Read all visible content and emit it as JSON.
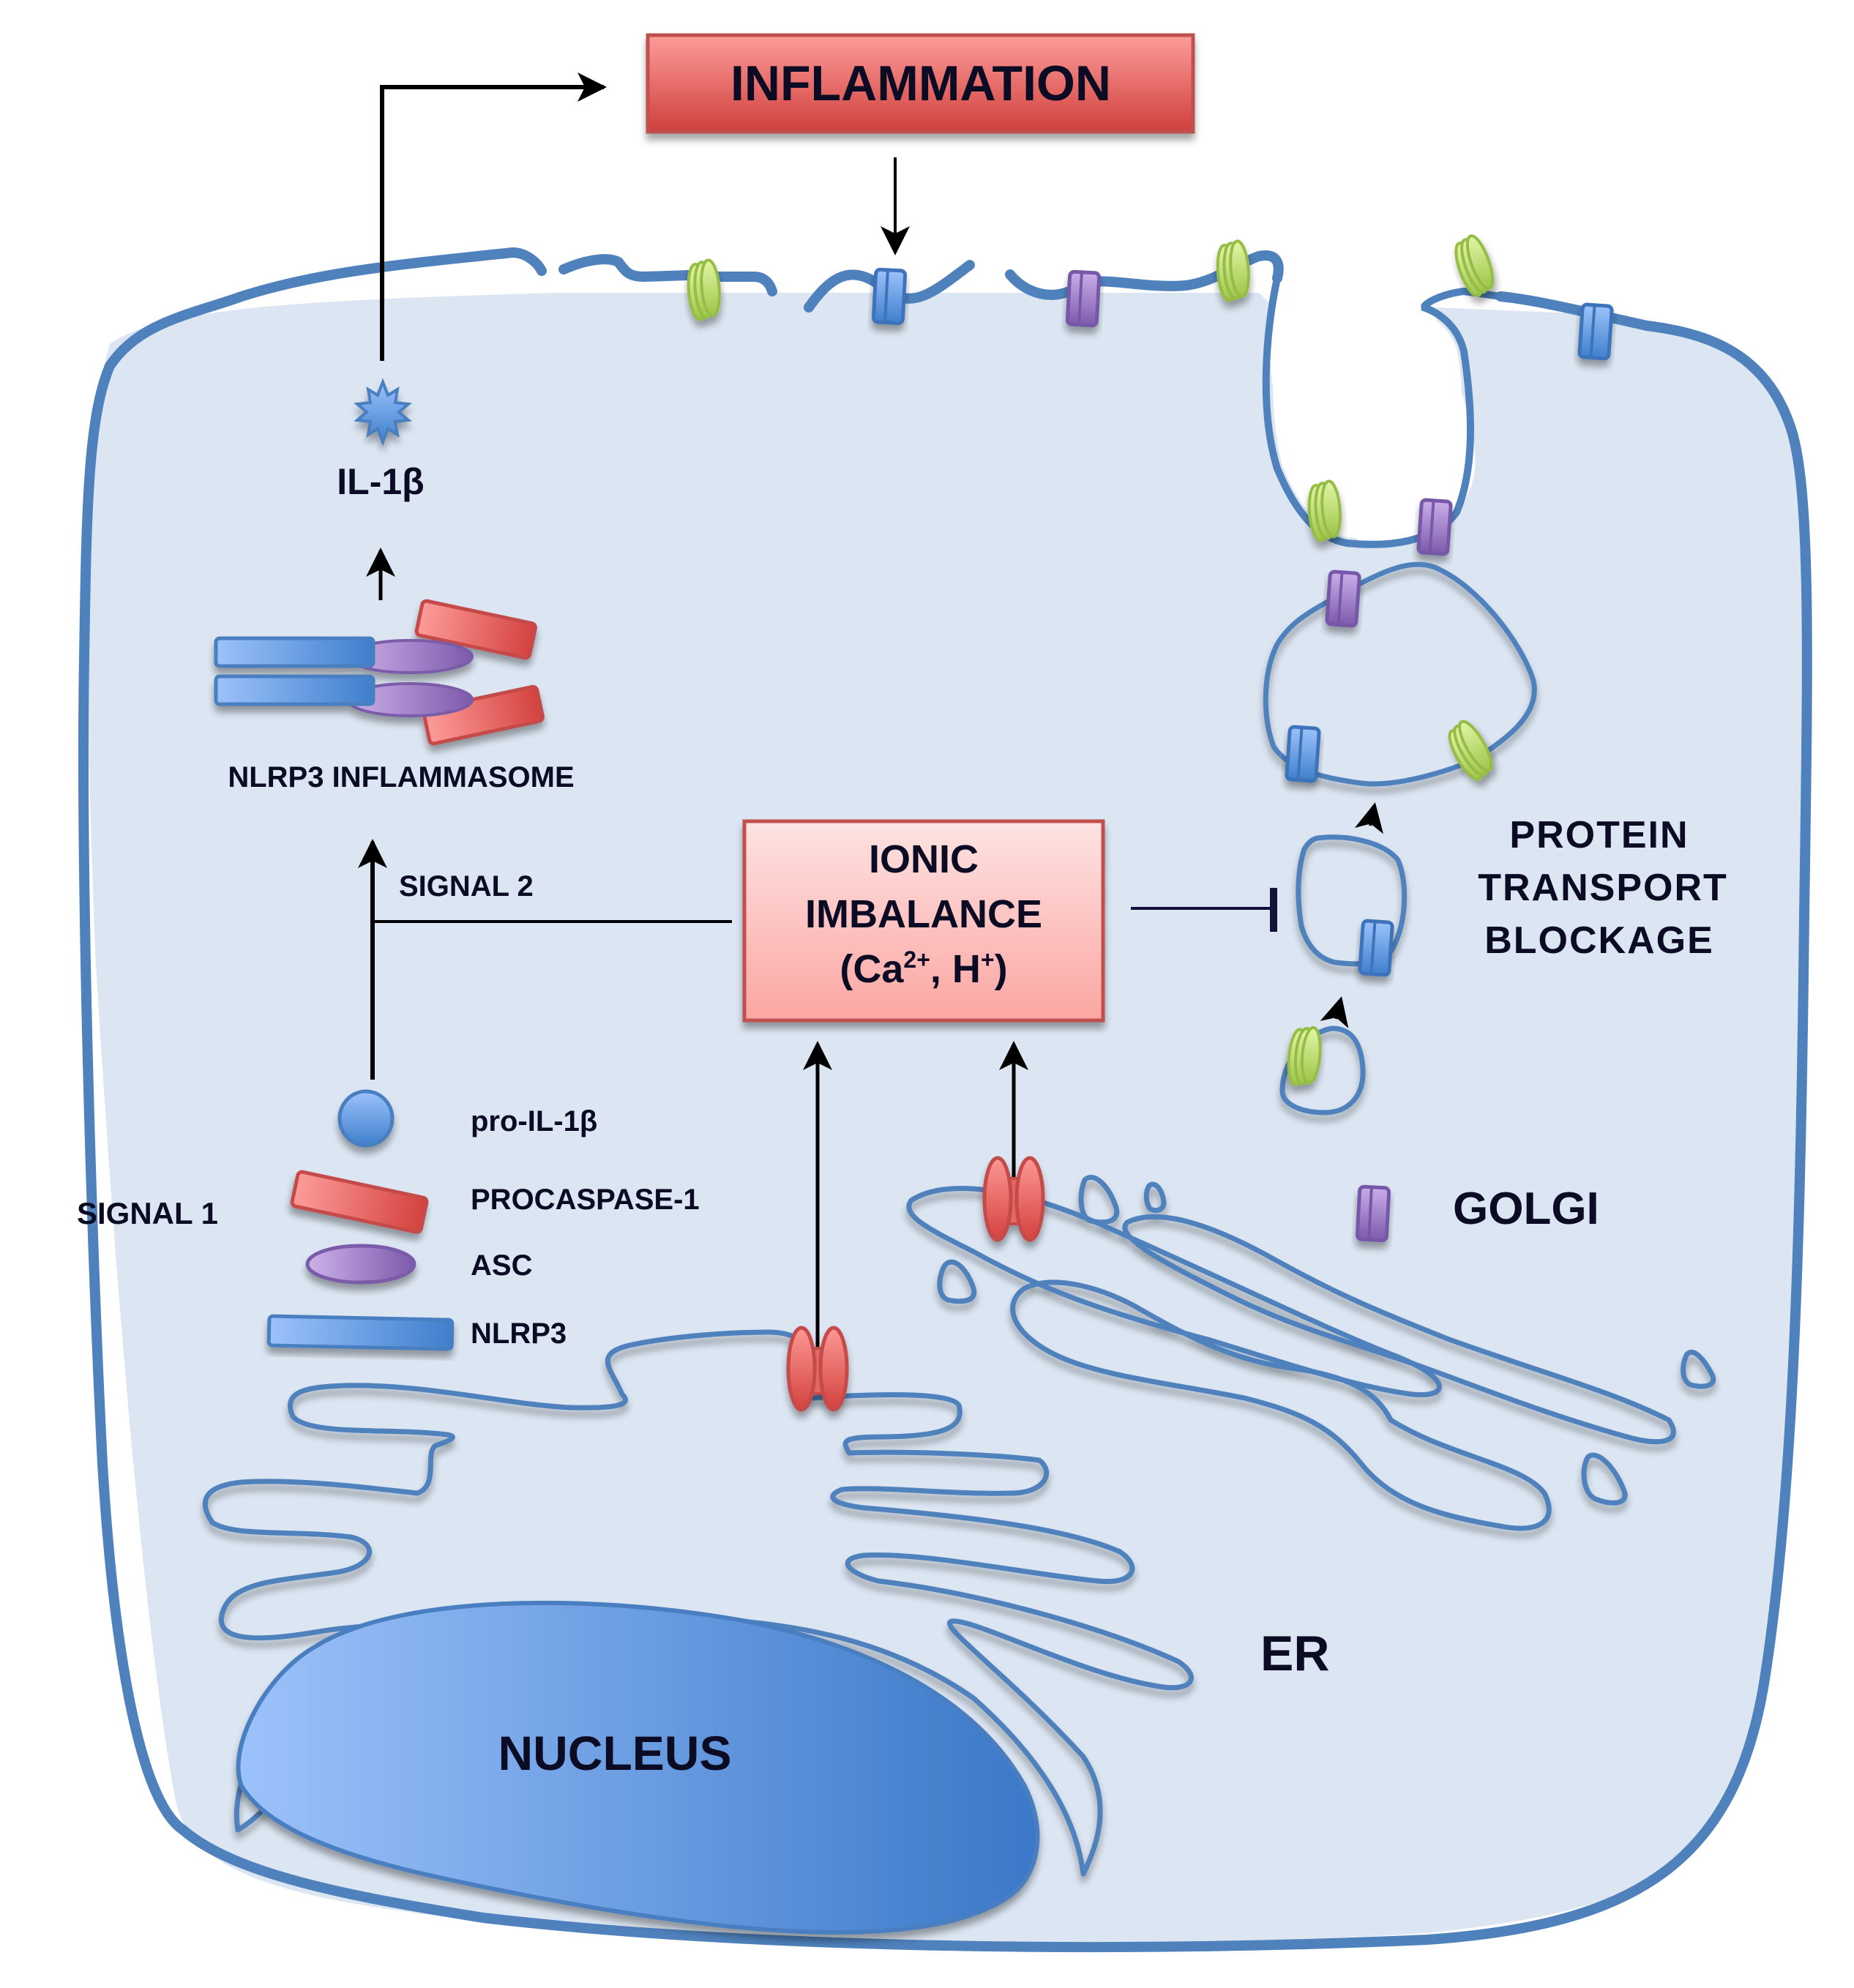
{
  "figure": {
    "type": "cell signaling diagram",
    "colors": {
      "cell_fill": "#dce6f2",
      "membrane": "#4f81bd",
      "er_fill": "#e6e0ec",
      "nucleus_light": "#99bff9",
      "nucleus_dark": "#3d7cc9",
      "golgi_fill": "#c9dbfa",
      "red_box_top": "#fb9a98",
      "red_box_bottom": "#cf403c",
      "ionic_box_top": "#fde2e2",
      "ionic_box_bottom": "#fca7a3",
      "nlrp3_blue": "#5b8fd8",
      "asc_purple": "#9b7dc4",
      "procaspase_red": "#e86a66",
      "green_protein": "#b7d66b",
      "purple_protein": "#9a7bcc",
      "inhibition": "#141238"
    }
  },
  "labels": {
    "inflammation": "INFLAMMATION",
    "il1b": "IL-1β",
    "inflammasome": "NLRP3 INFLAMMASOME",
    "signal2": "SIGNAL 2",
    "signal1": "SIGNAL 1",
    "ionic_line1": "IONIC",
    "ionic_line2": "IMBALANCE",
    "ionic_line3_pre": "(Ca",
    "ionic_line3_sup1": "2+",
    "ionic_line3_mid": ", H",
    "ionic_line3_sup2": "+",
    "ionic_line3_post": ")",
    "protein_line1": "PROTEIN",
    "protein_line2": "TRANSPORT",
    "protein_line3": "BLOCKAGE",
    "golgi": "GOLGI",
    "er": "ER",
    "nucleus": "NUCLEUS"
  },
  "legend": {
    "title": "SIGNAL 1",
    "items": [
      {
        "icon": "pro-il1b-circle",
        "label": "pro-IL-1β"
      },
      {
        "icon": "procaspase-bar",
        "label": "PROCASPASE-1"
      },
      {
        "icon": "asc-ellipse",
        "label": "ASC"
      },
      {
        "icon": "nlrp3-bar",
        "label": "NLRP3"
      }
    ]
  },
  "relations": [
    {
      "from": "IL-1β",
      "to": "INFLAMMATION",
      "type": "activates"
    },
    {
      "from": "INFLAMMATION",
      "to": "plasma membrane",
      "type": "activates"
    },
    {
      "from": "NLRP3 INFLAMMASOME",
      "to": "IL-1β",
      "type": "activates"
    },
    {
      "from": "SIGNAL 1",
      "to": "NLRP3 INFLAMMASOME",
      "type": "activates",
      "via": "SIGNAL 2"
    },
    {
      "from": "IONIC IMBALANCE",
      "to": "SIGNAL 2",
      "type": "connects"
    },
    {
      "from": "IONIC IMBALANCE",
      "to": "PROTEIN TRANSPORT BLOCKAGE",
      "type": "inhibits"
    },
    {
      "from": "ER channel",
      "to": "IONIC IMBALANCE",
      "type": "activates"
    },
    {
      "from": "Golgi channel",
      "to": "IONIC IMBALANCE",
      "type": "activates"
    }
  ]
}
